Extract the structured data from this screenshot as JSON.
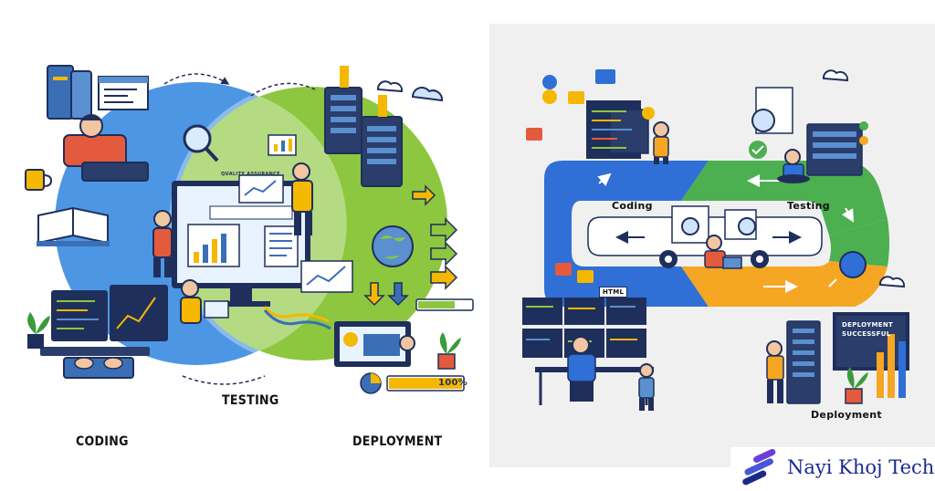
{
  "left_diagram": {
    "label_coding": "CODING",
    "label_testing": "TESTING",
    "label_deployment": "DEPLOYMENT",
    "qa_screen_title": "QUALITY ASSURANCE",
    "progress_text": "100%",
    "progress_value": 1.0,
    "colors": {
      "coding": "#3f8ee0",
      "testing": "#8cc63f",
      "navy": "#1f2f5c",
      "accent": "#f5b800"
    }
  },
  "right_diagram": {
    "label_coding": "Coding",
    "label_testing": "Testing",
    "label_deployment": "Deployment",
    "html_tag": "HTML",
    "status_line1": "DEPLOYMENT",
    "status_line2": "SUCCESSFUL",
    "colors": {
      "coding": "#2f6fd6",
      "testing": "#4caf50",
      "deployment": "#f5a623",
      "navy": "#1f2f5c"
    }
  },
  "watermark": {
    "brand": "Nayi Khoj Tech",
    "brand_color": "#1a2a8c",
    "icon": "stripe-logo-icon"
  }
}
